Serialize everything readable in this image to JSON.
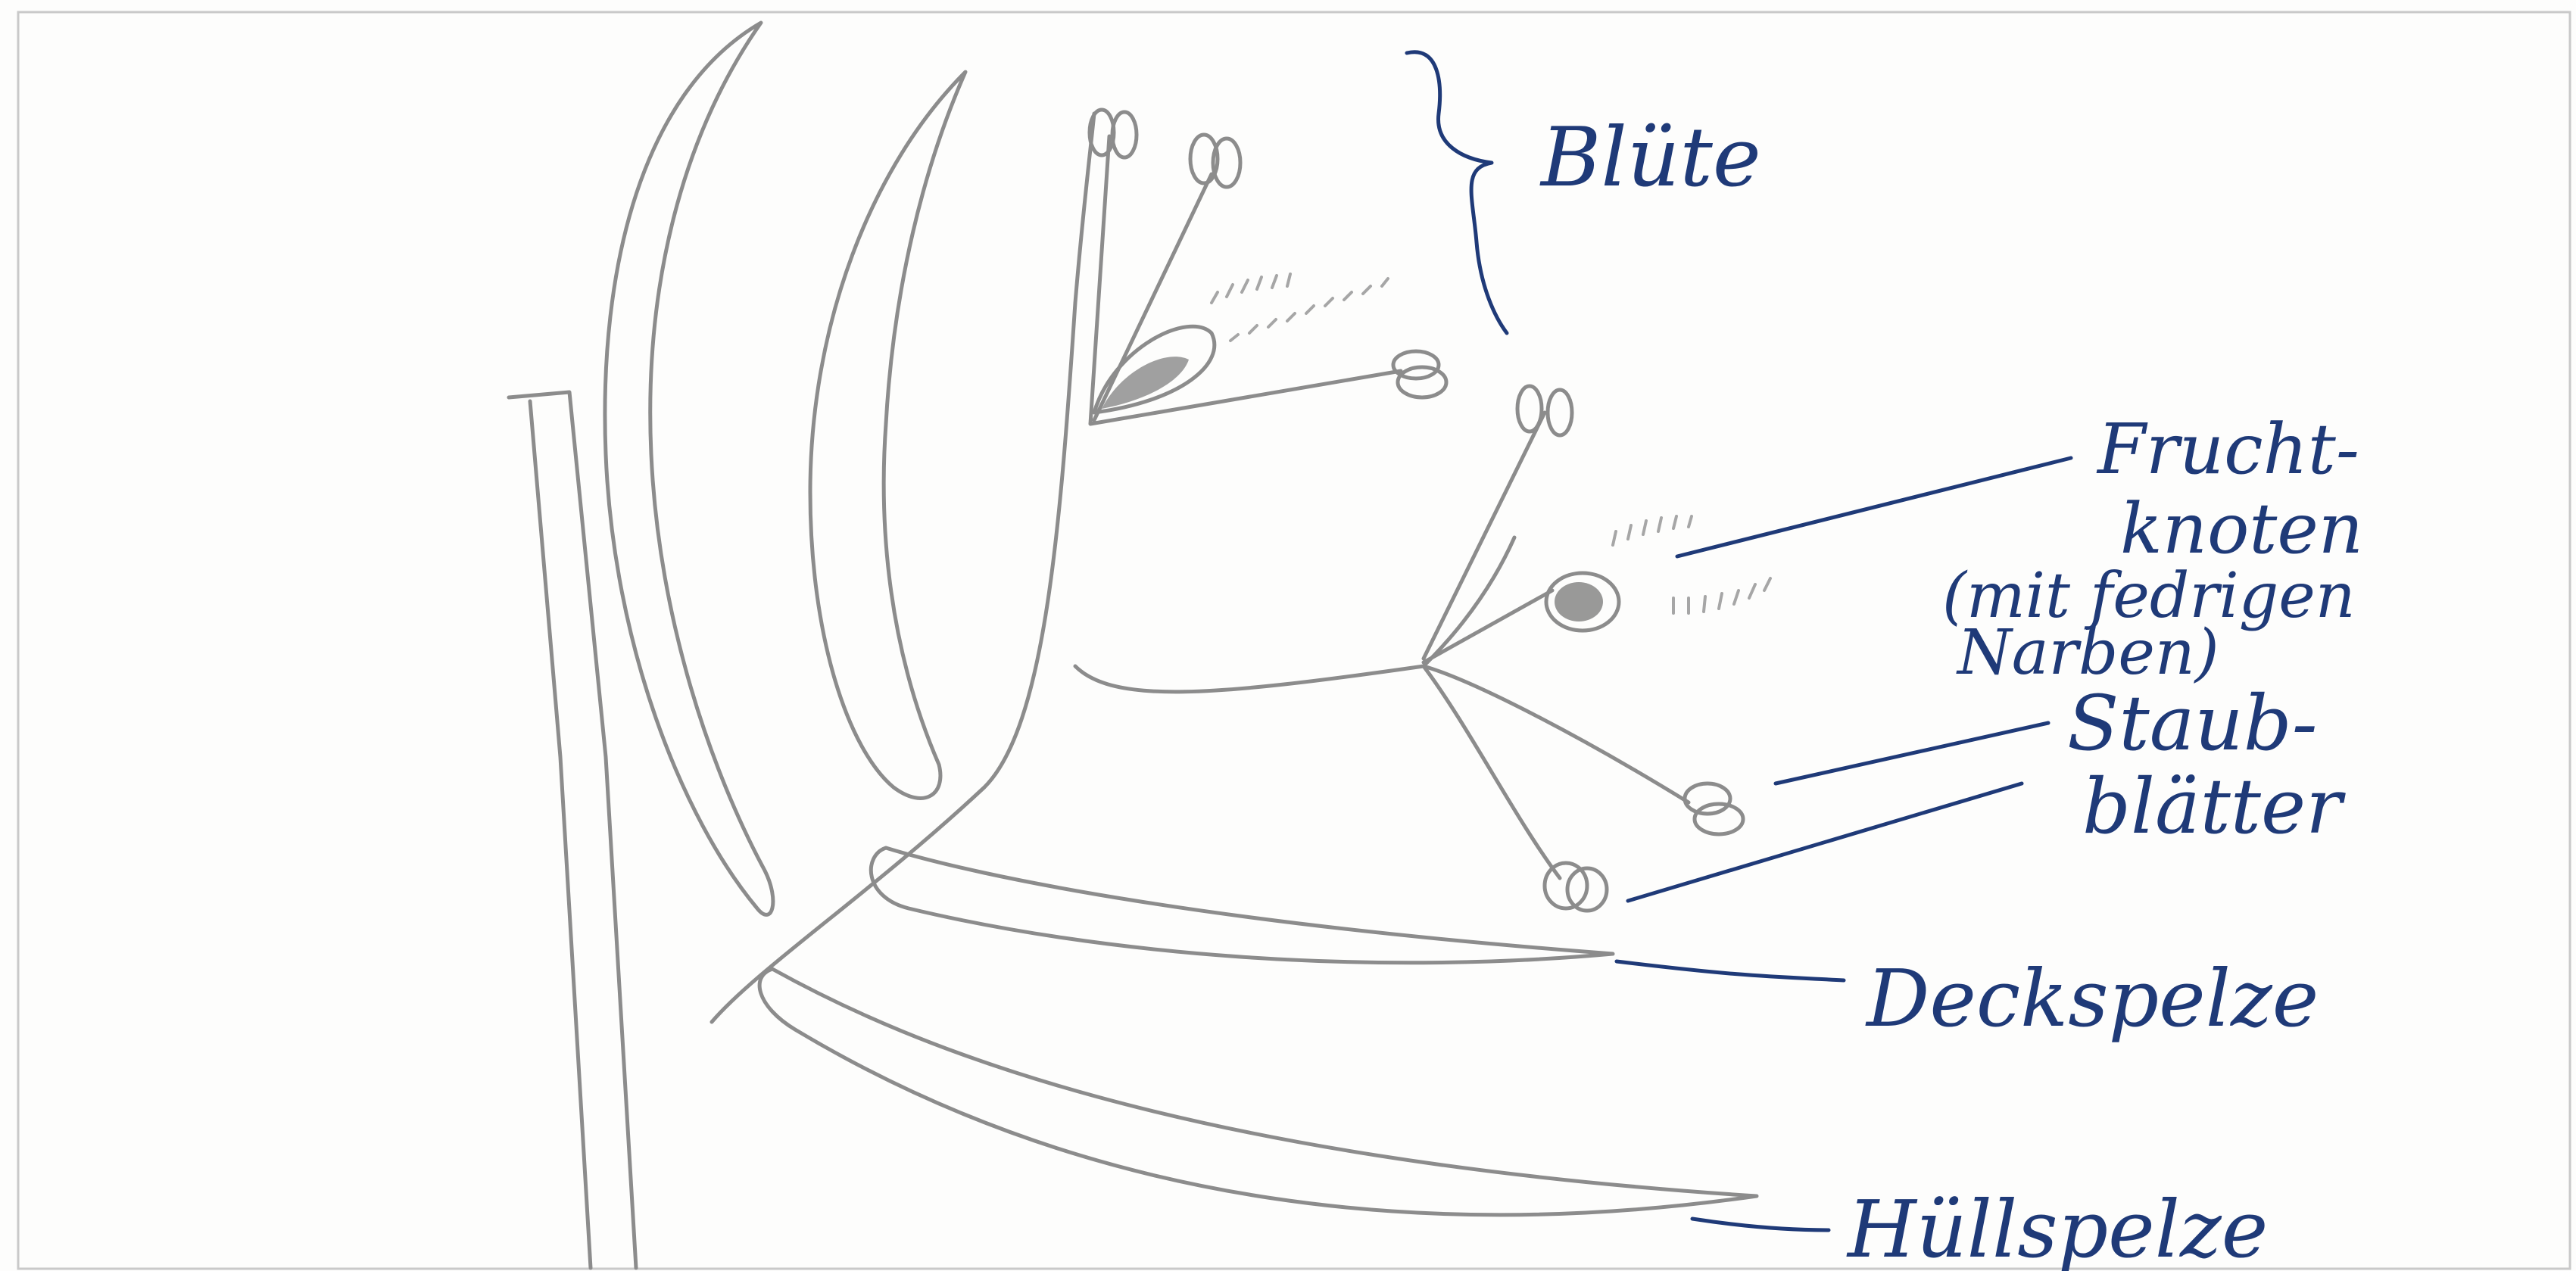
{
  "labels": {
    "bluete": "Blüte",
    "fruchtknoten_1": "Frucht-",
    "fruchtknoten_2": "knoten",
    "fruchtknoten_3": "(mit fedrigen",
    "fruchtknoten_4": "Narben)",
    "staubblaetter_1": "Staub-",
    "staubblaetter_2": "blätter",
    "deckspelze": "Deckspelze",
    "huellspelze": "Hüllspelze"
  },
  "colors": {
    "pencil": "#8c8c8c",
    "ink": "#1f3a78",
    "paper": "#fdfdfc"
  }
}
